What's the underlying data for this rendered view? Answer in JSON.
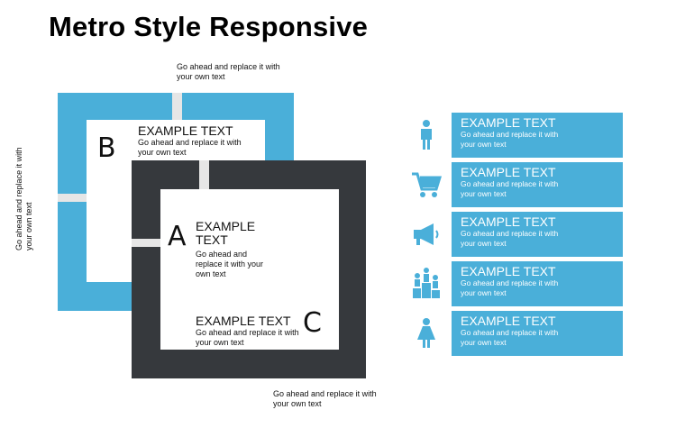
{
  "title": "Metro Style Responsive",
  "colors": {
    "accent_blue": "#4aafd9",
    "dark": "#36393d",
    "gap": "#e6e6e6"
  },
  "notes": {
    "top": [
      "Go ahead and replace it with",
      "your own text"
    ],
    "left": [
      "Go ahead and replace it with",
      "your own text"
    ],
    "bottom": [
      "Go ahead and replace it with",
      "your own text"
    ]
  },
  "boxes": {
    "b": {
      "letter": "B",
      "head": "EXAMPLE TEXT",
      "body": [
        "Go ahead and replace it with",
        "your own text"
      ]
    },
    "a": {
      "letter": "A",
      "head": [
        "EXAMPLE",
        "TEXT"
      ],
      "body": [
        "Go ahead and",
        "replace it with your",
        "own text"
      ]
    },
    "c": {
      "letter": "C",
      "head": "EXAMPLE TEXT",
      "body": [
        "Go ahead and replace it with",
        "your own text"
      ]
    }
  },
  "list": [
    {
      "icon": "person-icon",
      "head": "EXAMPLE TEXT",
      "body": [
        "Go ahead and replace it with",
        "your own text"
      ]
    },
    {
      "icon": "shopping-cart-icon",
      "head": "EXAMPLE TEXT",
      "body": [
        "Go ahead and replace it with",
        "your own text"
      ]
    },
    {
      "icon": "megaphone-icon",
      "head": "EXAMPLE TEXT",
      "body": [
        "Go ahead and replace it with",
        "your own text"
      ]
    },
    {
      "icon": "podium-winners-icon",
      "head": "EXAMPLE TEXT",
      "body": [
        "Go ahead and replace it with",
        "your own text"
      ]
    },
    {
      "icon": "woman-icon",
      "head": "EXAMPLE TEXT",
      "body": [
        "Go ahead and replace it with",
        "your own text"
      ]
    }
  ]
}
